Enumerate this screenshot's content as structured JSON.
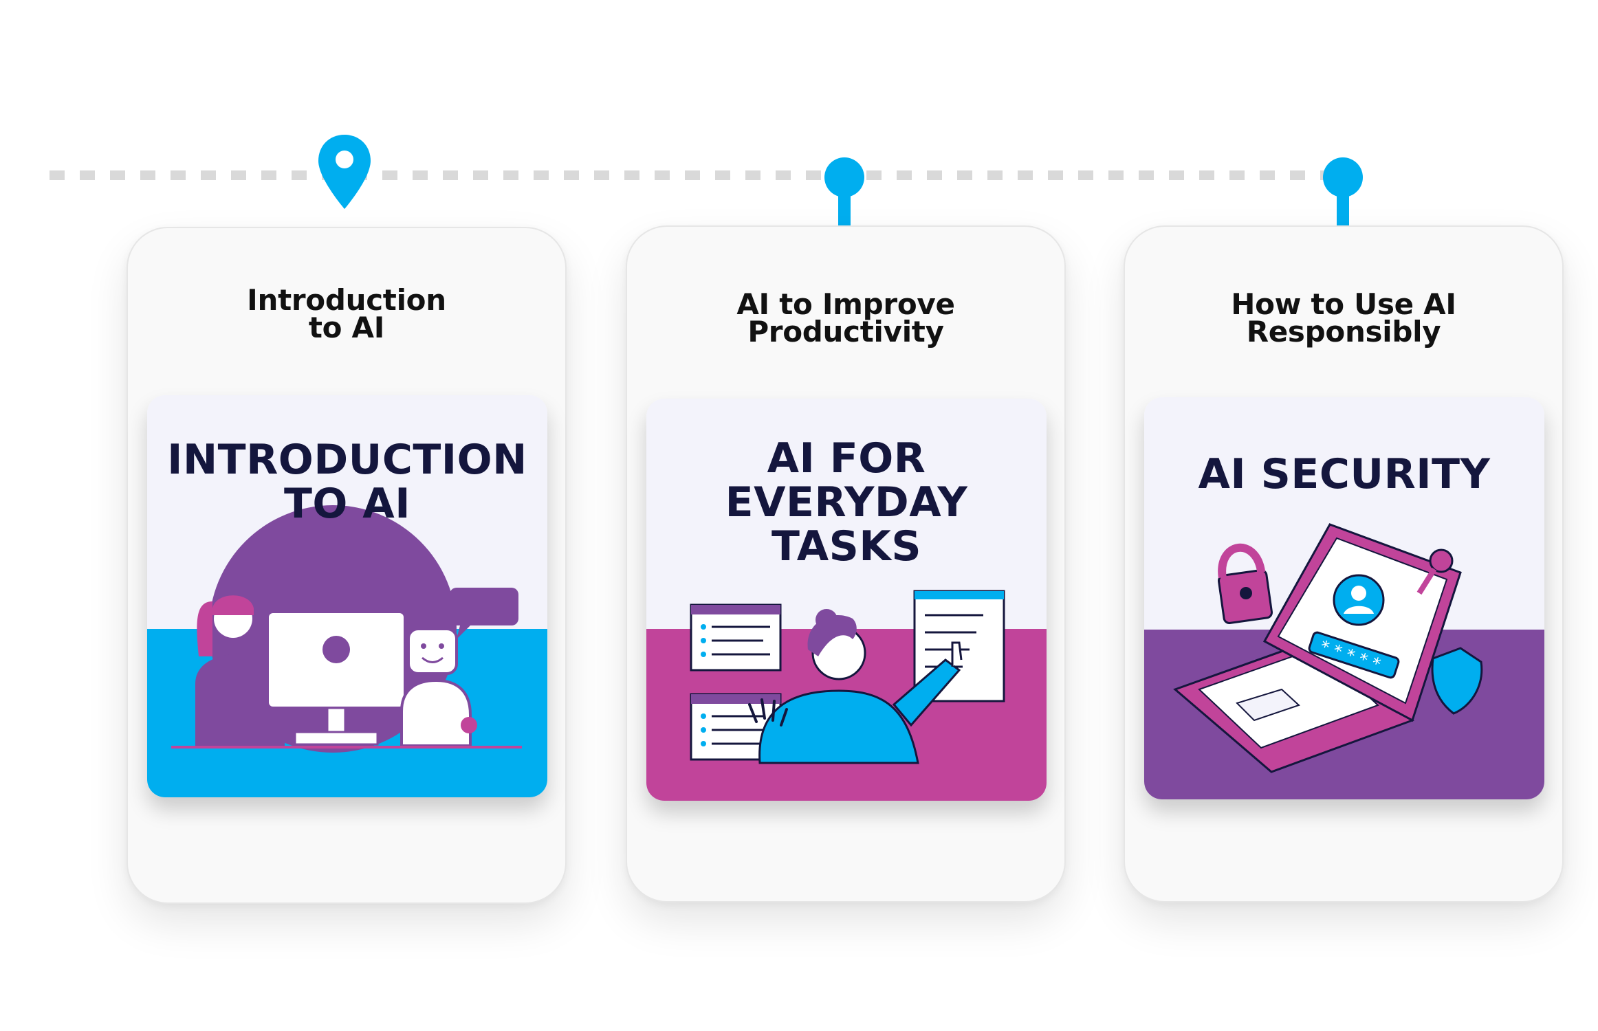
{
  "cards": [
    {
      "title_lines": [
        "Introduction",
        "to AI"
      ],
      "thumbnail_lines": [
        "INTRODUCTION",
        "TO AI"
      ],
      "icon": "computer-robot-illustration",
      "active": true
    },
    {
      "title_lines": [
        "AI to Improve",
        "Productivity"
      ],
      "thumbnail_lines": [
        "AI FOR",
        "EVERYDAY",
        "TASKS"
      ],
      "icon": "checklist-illustration",
      "active": false
    },
    {
      "title_lines": [
        "How to Use AI",
        "Responsibly"
      ],
      "thumbnail_lines": [
        "AI SECURITY"
      ],
      "icon": "laptop-security-illustration",
      "active": false
    }
  ],
  "colors": {
    "accent_blue": "#00aeef",
    "purple": "#7f4a9e",
    "magenta": "#c1449a",
    "navy": "#14163d",
    "thumb_bg": "#f3f3fb"
  }
}
